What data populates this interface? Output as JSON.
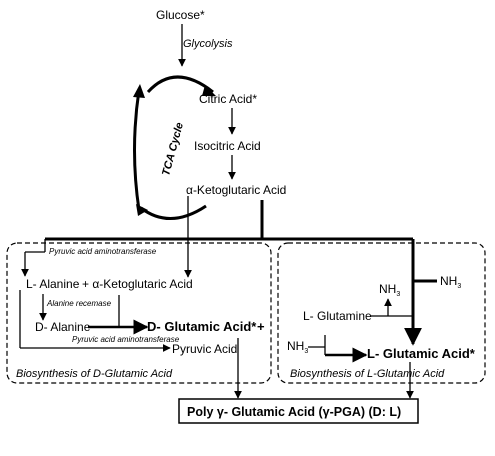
{
  "glucose": "Glucose*",
  "glycolysis": "Glycolysis",
  "tca_cycle": "TCA Cycle",
  "citric_acid": "Citric Acid*",
  "isocitric_acid": "Isocitric Acid",
  "alpha_ketoglutaric_acid": "α-Ketoglutaric Acid",
  "d_box": {
    "pyruvic_aminotransferase_top": "Pyruvic acid aminotransferase",
    "l_alanine": "L- Alanine",
    "plus_alpha_kg": "+ α-Ketoglutaric Acid",
    "alanine_racemase": "Alanine recemase",
    "d_alanine": "D- Alanine",
    "d_glutamic_acid": "D- Glutamic Acid*",
    "plus": "+",
    "pyruvic_aminotransferase_bottom": "Pyruvic acid aminotransferase",
    "pyruvic_acid": "Pyruvic Acid",
    "caption": "Biosynthesis of D-Glutamic Acid"
  },
  "l_box": {
    "nh3_right": "NH",
    "nh3_mid": "NH",
    "nh3_left": "NH",
    "nh3_sub": "3",
    "l_glutamine": "L- Glutamine",
    "l_glutamic_acid": "L- Glutamic Acid*",
    "caption": "Biosynthesis of L-Glutamic Acid"
  },
  "product": {
    "label": "Poly γ- Glutamic Acid  (γ-PGA) (D: L)"
  }
}
